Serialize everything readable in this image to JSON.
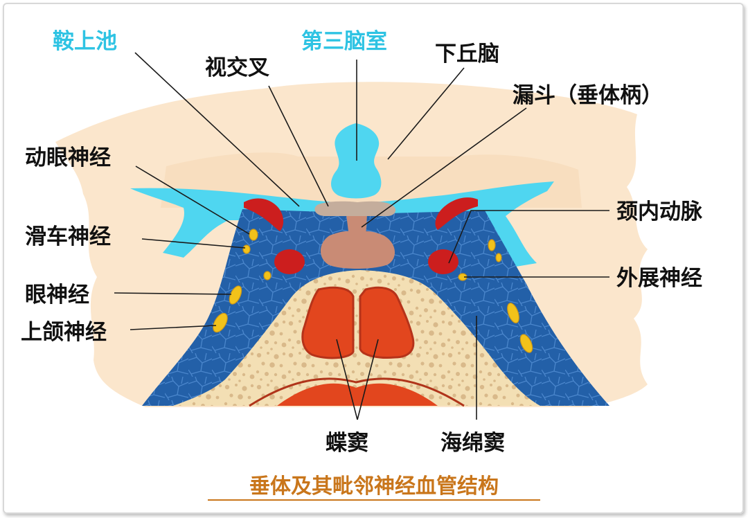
{
  "title": "垂体及其毗邻神经血管结构",
  "labels": {
    "saddle_cistern": "鞍上池",
    "third_ventricle": "第三脑室",
    "hypothalamus": "下丘脑",
    "optic_chiasm": "视交叉",
    "infundibulum": "漏斗（垂体柄）",
    "oculomotor_nerve": "动眼神经",
    "trochlear_nerve": "滑车神经",
    "ophthalmic_nerve": "眼神经",
    "maxillary_nerve": "上颌神经",
    "internal_carotid": "颈内动脉",
    "abducens_nerve": "外展神经",
    "sphenoid_sinus": "蝶窦",
    "cavernous_sinus": "海绵窦"
  },
  "colors": {
    "label_text": "#111111",
    "cyan_label": "#2ec3e3",
    "title_text": "#c9761b",
    "csf": "#4fd6f0",
    "cavernous_sinus_fill": "#2360a8",
    "bone": "#f3dfb4",
    "sinus_red": "#e2461e",
    "artery_red": "#cc1e1e",
    "nerve_yellow": "#f2c21a",
    "brain_tissue": "#fbe6cc"
  }
}
